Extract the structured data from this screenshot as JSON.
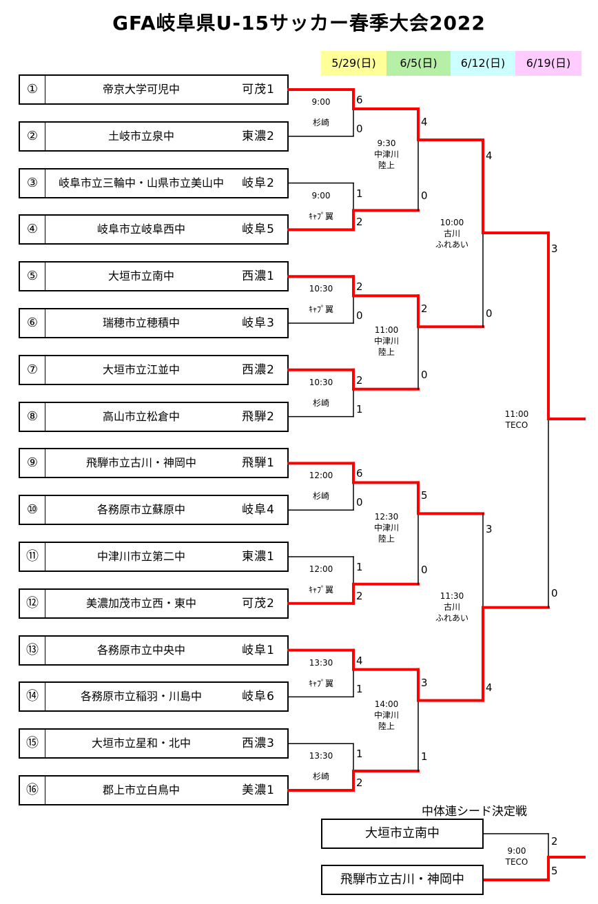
{
  "title": "GFA岐阜県U-15サッカー春季大会2022",
  "rounds": [
    {
      "date": "5/29(日)",
      "color": "#FFFF99"
    },
    {
      "date": "6/5(日)",
      "color": "#B6F0A6"
    },
    {
      "date": "6/12(日)",
      "color": "#CCFFFF"
    },
    {
      "date": "6/19(日)",
      "color": "#FFCCFF"
    }
  ],
  "teams": [
    {
      "num": "①",
      "name": "帝京大学可児中",
      "seed": "可茂1"
    },
    {
      "num": "②",
      "name": "土岐市立泉中",
      "seed": "東濃2"
    },
    {
      "num": "③",
      "name": "岐阜市立三輪中・山県市立美山中",
      "seed": "岐阜2"
    },
    {
      "num": "④",
      "name": "岐阜市立岐阜西中",
      "seed": "岐阜5"
    },
    {
      "num": "⑤",
      "name": "大垣市立南中",
      "seed": "西濃1"
    },
    {
      "num": "⑥",
      "name": "瑞穂市立穂積中",
      "seed": "岐阜3"
    },
    {
      "num": "⑦",
      "name": "大垣市立江並中",
      "seed": "西濃2"
    },
    {
      "num": "⑧",
      "name": "高山市立松倉中",
      "seed": "飛騨2"
    },
    {
      "num": "⑨",
      "name": "飛騨市立古川・神岡中",
      "seed": "飛騨1"
    },
    {
      "num": "⑩",
      "name": "各務原市立蘇原中",
      "seed": "岐阜4"
    },
    {
      "num": "⑪",
      "name": "中津川市立第二中",
      "seed": "東濃1"
    },
    {
      "num": "⑫",
      "name": "美濃加茂市立西・東中",
      "seed": "可茂2"
    },
    {
      "num": "⑬",
      "name": "各務原市立中央中",
      "seed": "岐阜1"
    },
    {
      "num": "⑭",
      "name": "各務原市立稲羽・川島中",
      "seed": "岐阜6"
    },
    {
      "num": "⑮",
      "name": "大垣市立星和・北中",
      "seed": "西濃3"
    },
    {
      "num": "⑯",
      "name": "郡上市立白鳥中",
      "seed": "美濃1"
    }
  ],
  "round1": [
    {
      "time": "9:00",
      "venue": "杉崎",
      "score_top": "6",
      "score_bottom": "0",
      "winner": "top"
    },
    {
      "time": "9:00",
      "venue": "ｷｬﾌﾟ翼",
      "score_top": "1",
      "score_bottom": "2",
      "winner": "bottom"
    },
    {
      "time": "10:30",
      "venue": "ｷｬﾌﾟ翼",
      "score_top": "2",
      "score_bottom": "0",
      "winner": "top"
    },
    {
      "time": "10:30",
      "venue": "杉崎",
      "score_top": "2",
      "score_bottom": "1",
      "winner": "top"
    },
    {
      "time": "12:00",
      "venue": "杉崎",
      "score_top": "6",
      "score_bottom": "0",
      "winner": "top"
    },
    {
      "time": "12:00",
      "venue": "ｷｬﾌﾟ翼",
      "score_top": "1",
      "score_bottom": "2",
      "winner": "bottom"
    },
    {
      "time": "13:30",
      "venue": "ｷｬﾌﾟ翼",
      "score_top": "4",
      "score_bottom": "1",
      "winner": "top"
    },
    {
      "time": "13:30",
      "venue": "杉崎",
      "score_top": "1",
      "score_bottom": "2",
      "winner": "bottom"
    }
  ],
  "round2": [
    {
      "time": "9:30",
      "venue": "中津川\n陸上",
      "score_top": "4",
      "score_bottom": "0",
      "winner": "top"
    },
    {
      "time": "11:00",
      "venue": "中津川\n陸上",
      "score_top": "2",
      "score_bottom": "0",
      "winner": "top"
    },
    {
      "time": "12:30",
      "venue": "中津川\n陸上",
      "score_top": "5",
      "score_bottom": "0",
      "winner": "top"
    },
    {
      "time": "14:00",
      "venue": "中津川\n陸上",
      "score_top": "3",
      "score_bottom": "1",
      "winner": "top"
    }
  ],
  "round3": [
    {
      "time": "10:00",
      "venue": "古川\nふれあい",
      "score_top": "4",
      "score_bottom": "0",
      "winner": "top"
    },
    {
      "time": "11:30",
      "venue": "古川\nふれあい",
      "score_top": "3",
      "score_bottom": "4",
      "winner": "bottom"
    }
  ],
  "final": {
    "time": "11:00",
    "venue": "TECO",
    "score_top": "3",
    "score_bottom": "0",
    "winner": "top"
  },
  "seed_match": {
    "title": "中体連シード決定戦",
    "team_top": "大垣市立南中",
    "team_bottom": "飛騨市立古川・神岡中",
    "time": "9:00",
    "venue": "TECO",
    "score_top": "2",
    "score_bottom": "5",
    "winner": "bottom"
  },
  "colors": {
    "win_line": "#FF0000",
    "line": "#000000"
  }
}
